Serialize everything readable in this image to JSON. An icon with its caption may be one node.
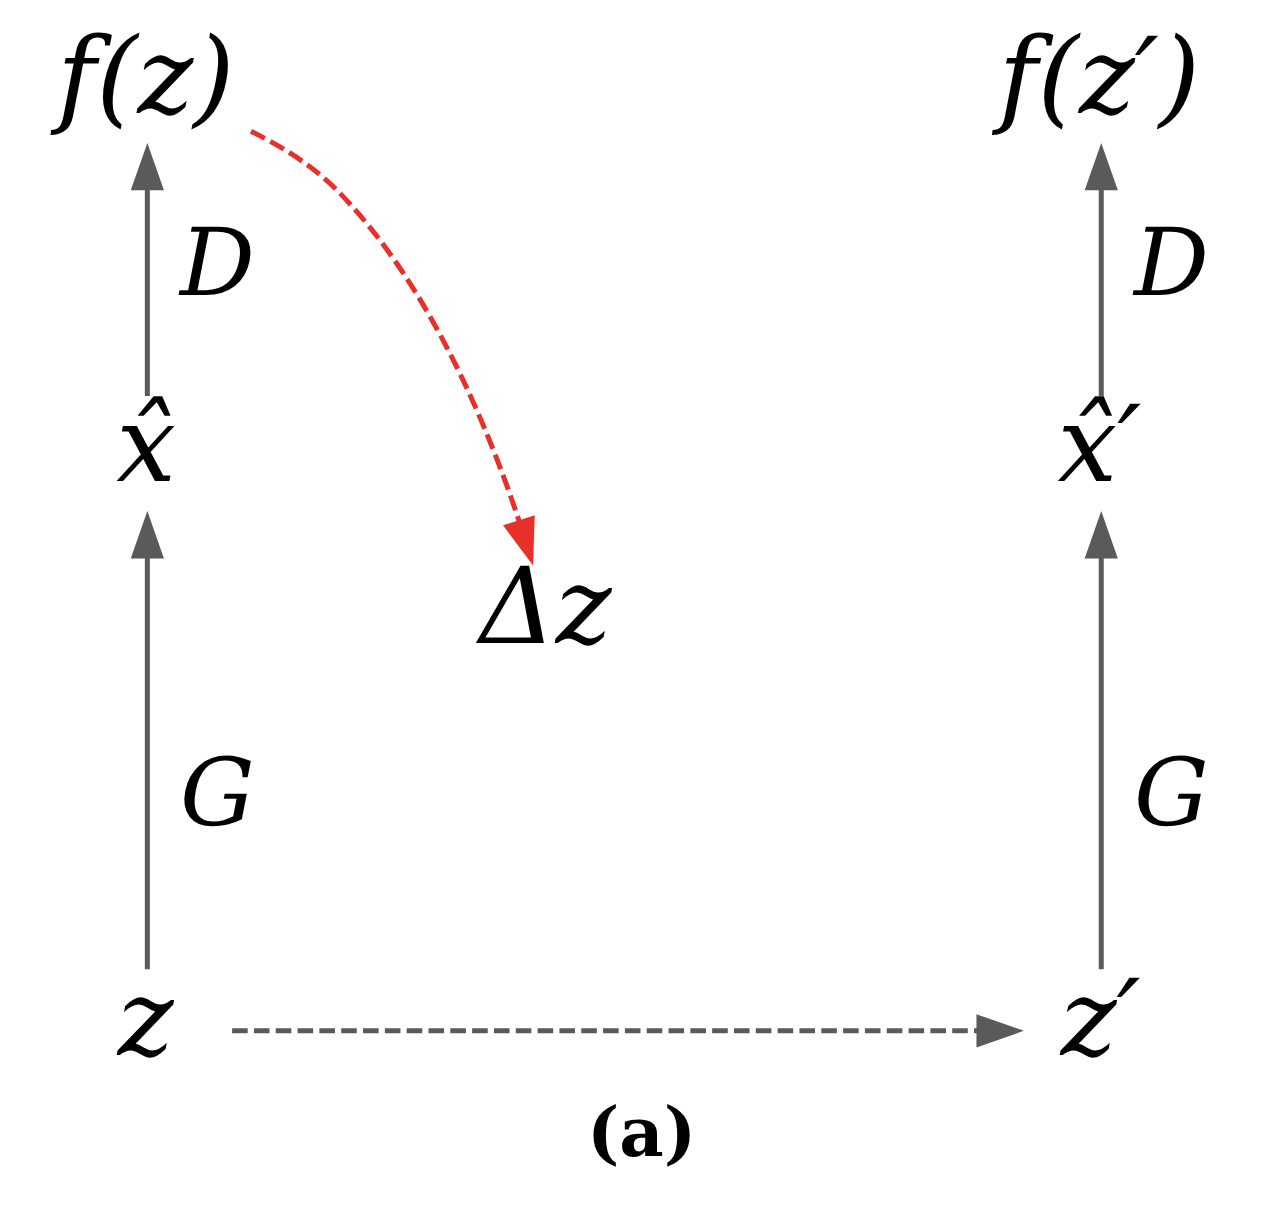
{
  "diagram": {
    "caption": "(a)",
    "nodes": [
      {
        "text": [
          "f(z)"
        ]
      },
      {
        "text": [
          "f(z′)"
        ]
      },
      {
        "text": [
          "x̂"
        ]
      },
      {
        "text": [
          "x̂′"
        ]
      },
      {
        "text": [
          "Δz"
        ]
      },
      {
        "text": [
          "z"
        ]
      },
      {
        "text": [
          "z′"
        ]
      }
    ],
    "edges": [
      {
        "from": 5,
        "to": 2,
        "arrow": "to",
        "label": "G"
      },
      {
        "from": 2,
        "to": 0,
        "arrow": "to",
        "label": "D"
      },
      {
        "from": 6,
        "to": 3,
        "arrow": "to",
        "label": "G"
      },
      {
        "from": 3,
        "to": 1,
        "arrow": "to",
        "label": "D"
      },
      {
        "from": 0,
        "to": 4,
        "arrow": "to",
        "style": "dashed",
        "color": "#e8302a"
      },
      {
        "from": 5,
        "to": 6,
        "arrow": "to",
        "style": "dashed"
      }
    ]
  }
}
